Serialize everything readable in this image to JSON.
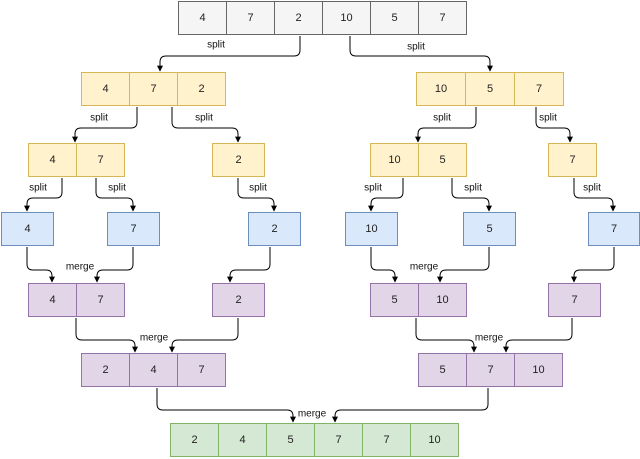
{
  "colors": {
    "gray": {
      "fill": "#f5f5f5",
      "stroke": "#666666"
    },
    "yellow": {
      "fill": "#fff2cc",
      "stroke": "#d6b656"
    },
    "blue": {
      "fill": "#dae8fc",
      "stroke": "#6c8ebf"
    },
    "purple": {
      "fill": "#e1d5e7",
      "stroke": "#9673a6"
    },
    "green": {
      "fill": "#d5e8d4",
      "stroke": "#82b366"
    }
  },
  "arrays": [
    {
      "id": "root",
      "color": "gray",
      "values": [
        "4",
        "7",
        "2",
        "10",
        "5",
        "7"
      ]
    },
    {
      "id": "L",
      "color": "yellow",
      "values": [
        "4",
        "7",
        "2"
      ]
    },
    {
      "id": "R",
      "color": "yellow",
      "values": [
        "10",
        "5",
        "7"
      ]
    },
    {
      "id": "LL",
      "color": "yellow",
      "values": [
        "4",
        "7"
      ]
    },
    {
      "id": "LR",
      "color": "yellow",
      "values": [
        "2"
      ]
    },
    {
      "id": "RL",
      "color": "yellow",
      "values": [
        "10",
        "5"
      ]
    },
    {
      "id": "RR",
      "color": "yellow",
      "values": [
        "7"
      ]
    },
    {
      "id": "b1",
      "color": "blue",
      "values": [
        "4"
      ]
    },
    {
      "id": "b2",
      "color": "blue",
      "values": [
        "7"
      ]
    },
    {
      "id": "b3",
      "color": "blue",
      "values": [
        "2"
      ]
    },
    {
      "id": "b4",
      "color": "blue",
      "values": [
        "10"
      ]
    },
    {
      "id": "b5",
      "color": "blue",
      "values": [
        "5"
      ]
    },
    {
      "id": "b6",
      "color": "blue",
      "values": [
        "7"
      ]
    },
    {
      "id": "p1",
      "color": "purple",
      "values": [
        "4",
        "7"
      ]
    },
    {
      "id": "p2",
      "color": "purple",
      "values": [
        "2"
      ]
    },
    {
      "id": "p3",
      "color": "purple",
      "values": [
        "5",
        "10"
      ]
    },
    {
      "id": "p4",
      "color": "purple",
      "values": [
        "7"
      ]
    },
    {
      "id": "pm1",
      "color": "purple",
      "values": [
        "2",
        "4",
        "7"
      ]
    },
    {
      "id": "pm2",
      "color": "purple",
      "values": [
        "5",
        "7",
        "10"
      ]
    },
    {
      "id": "final",
      "color": "green",
      "values": [
        "2",
        "4",
        "5",
        "7",
        "7",
        "10"
      ]
    }
  ],
  "labels": {
    "split": "split",
    "merge": "merge"
  },
  "edges": [
    {
      "kind": "split"
    },
    {
      "kind": "split"
    },
    {
      "kind": "split"
    },
    {
      "kind": "split"
    },
    {
      "kind": "split"
    },
    {
      "kind": "split"
    },
    {
      "kind": "split"
    },
    {
      "kind": "split"
    },
    {
      "kind": "split"
    },
    {
      "kind": "split"
    },
    {
      "kind": "split"
    },
    {
      "kind": "split"
    },
    {
      "kind": "merge"
    },
    {
      "kind": "merge"
    },
    {
      "kind": "none"
    },
    {
      "kind": "merge"
    },
    {
      "kind": "merge"
    },
    {
      "kind": "none"
    },
    {
      "kind": "merge"
    },
    {
      "kind": "merge"
    },
    {
      "kind": "merge"
    },
    {
      "kind": "merge"
    },
    {
      "kind": "merge"
    },
    {
      "kind": "merge"
    }
  ]
}
